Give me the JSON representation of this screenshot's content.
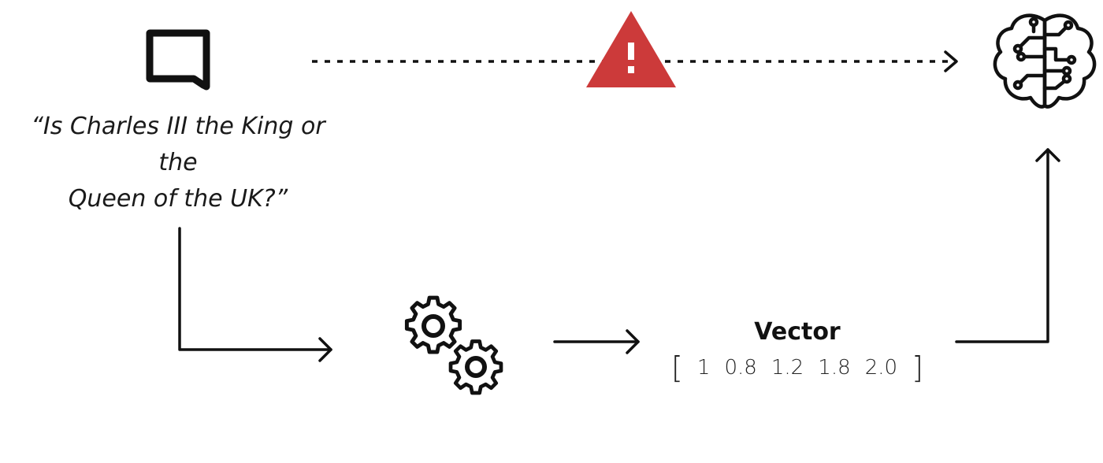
{
  "question": {
    "line1": "“Is Charles III the King or the",
    "line2": "Queen of the UK?”"
  },
  "vector": {
    "label": "Vector",
    "open_bracket": "[",
    "close_bracket": "]",
    "values": [
      "1",
      "0.8",
      "1.2",
      "1.8",
      "2.0"
    ]
  },
  "icons": {
    "chat": "chat-bubble-icon",
    "warning": "warning-triangle-icon",
    "brain": "ai-brain-circuit-icon",
    "gears": "gears-icon"
  },
  "colors": {
    "warning": "#cc3a3a",
    "stroke": "#111111"
  }
}
